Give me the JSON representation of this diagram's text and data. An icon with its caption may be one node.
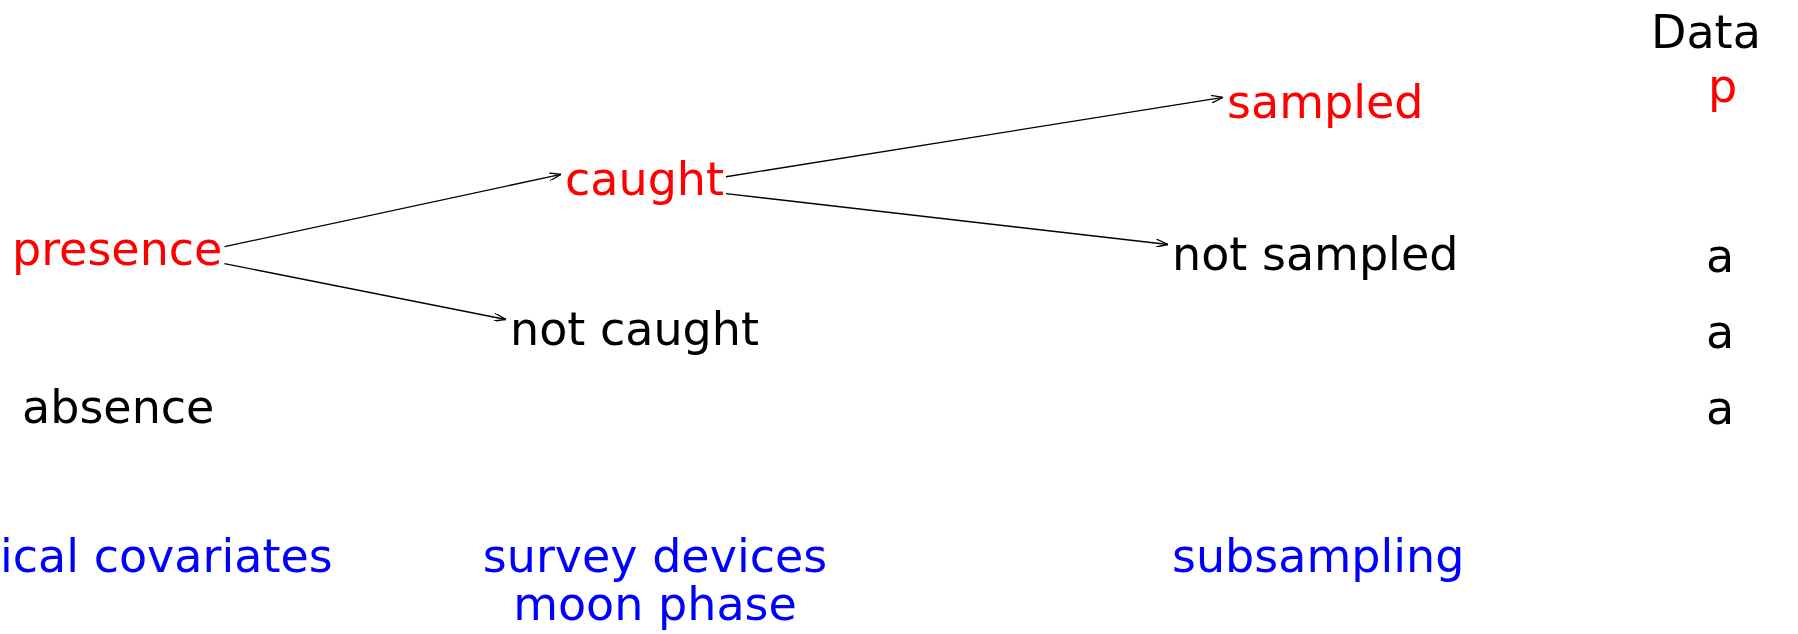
{
  "diagram": {
    "nodes": [
      {
        "text": [
          "presence"
        ]
      },
      {
        "text": [
          "absence"
        ]
      },
      {
        "text": [
          "caught"
        ]
      },
      {
        "text": [
          "not caught"
        ]
      },
      {
        "text": [
          "sampled"
        ]
      },
      {
        "text": [
          "not sampled"
        ]
      }
    ],
    "edges": [
      {
        "from": 0,
        "to": 2,
        "arrow": "to"
      },
      {
        "from": 0,
        "to": 3,
        "arrow": "to"
      },
      {
        "from": 2,
        "to": 4,
        "arrow": "to"
      },
      {
        "from": 2,
        "to": 5,
        "arrow": "to"
      }
    ],
    "labels": [
      "Data",
      "p",
      "a",
      "a",
      "a",
      "ical covariates",
      "survey devices moon phase",
      "subsampling"
    ]
  }
}
